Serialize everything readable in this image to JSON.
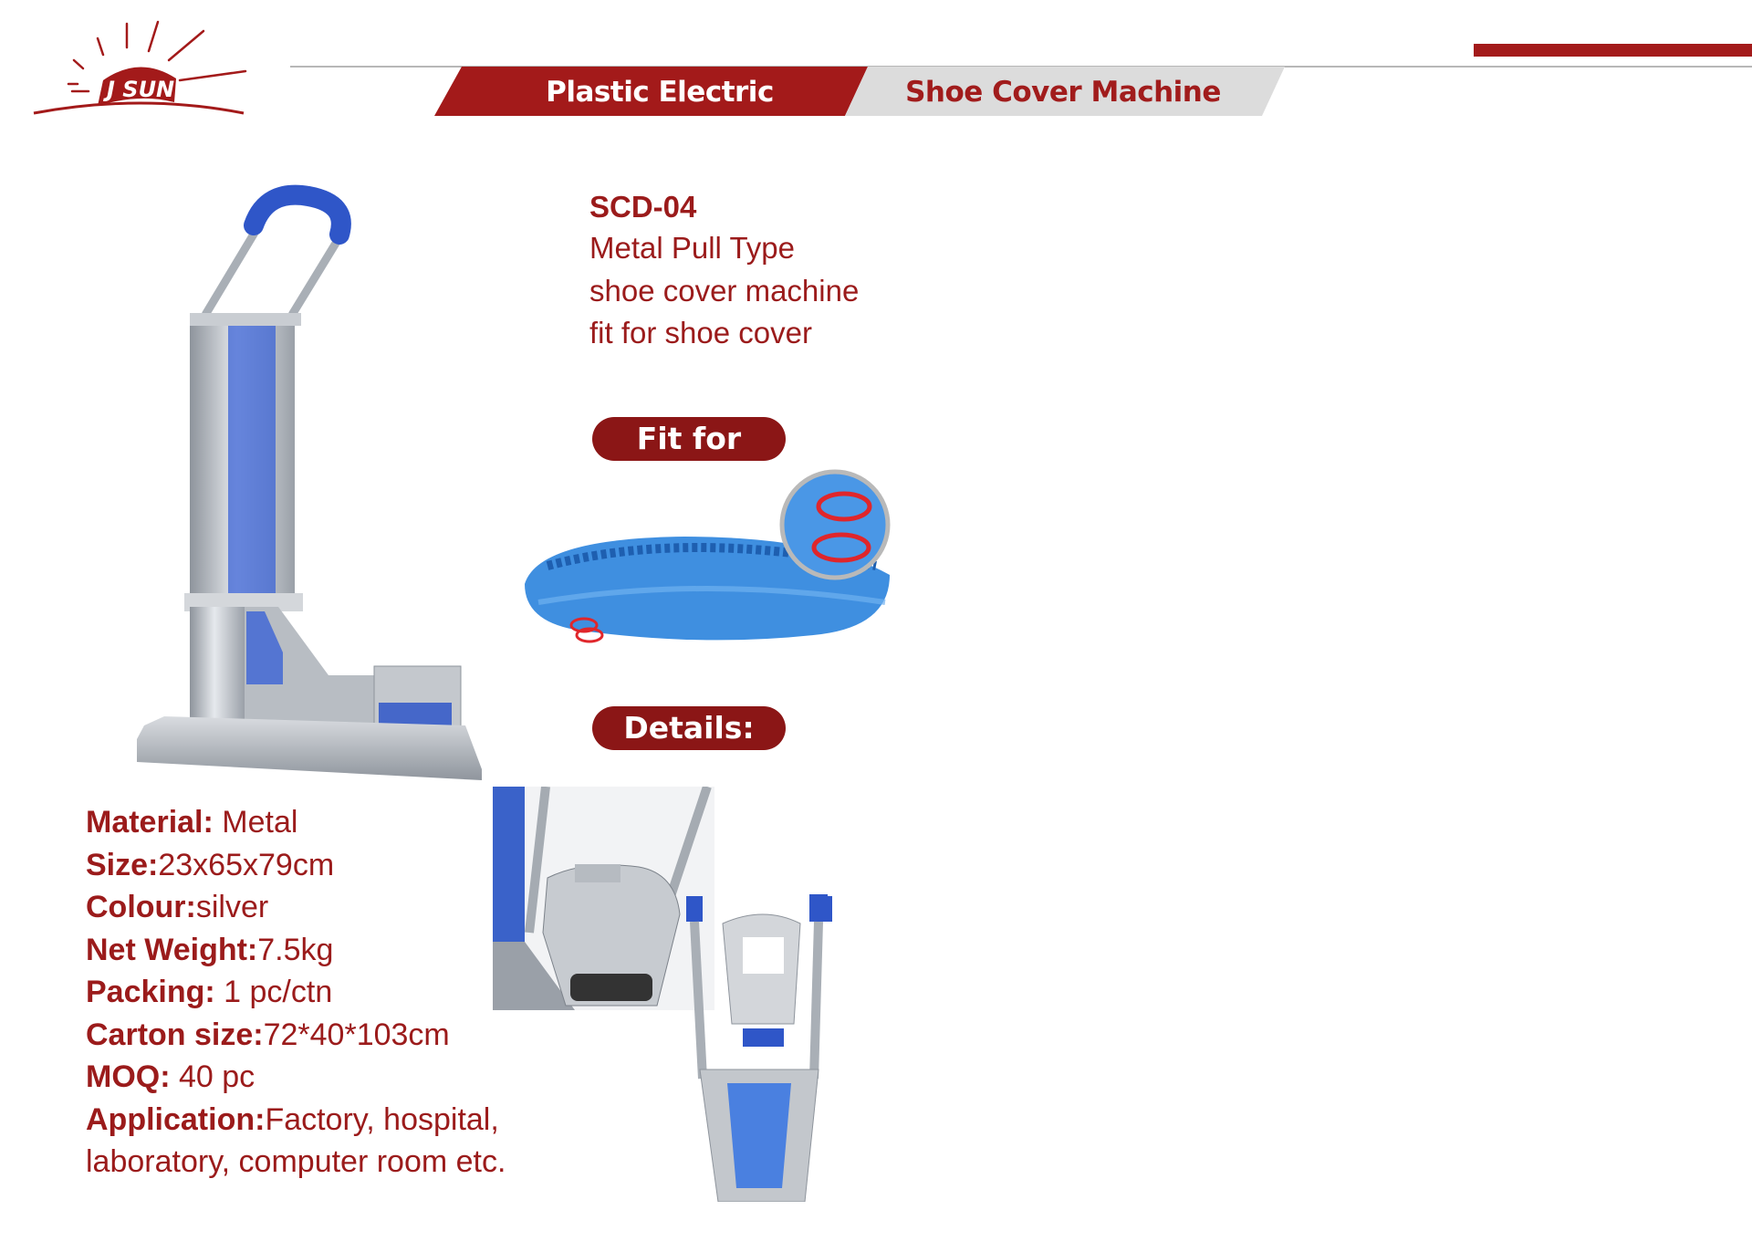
{
  "brand": {
    "logo_text": "J SUN"
  },
  "banner": {
    "left_label": "Plastic Electric",
    "right_label": "Shoe Cover Machine"
  },
  "colors": {
    "accent_red": "#a31a1a",
    "banner_gray": "#dcdcdc",
    "machine_blue": "#2f56c8",
    "cover_blue": "#3f8fe0",
    "silver": "#c5c9cf"
  },
  "product": {
    "model": "SCD-04",
    "description": [
      "Metal Pull Type",
      "shoe cover machine",
      "fit for shoe cover"
    ]
  },
  "sections": {
    "fit_for": "Fit for",
    "details": "Details:"
  },
  "specs": [
    {
      "key": "Material:",
      "value": " Metal"
    },
    {
      "key": "Size:",
      "value": "23x65x79cm"
    },
    {
      "key": "Colour:",
      "value": "silver"
    },
    {
      "key": "Net Weight:",
      "value": "7.5kg"
    },
    {
      "key": "Packing:",
      "value": " 1 pc/ctn"
    },
    {
      "key": "Carton size:",
      "value": "72*40*103cm"
    },
    {
      "key": "MOQ:",
      "value": " 40 pc"
    },
    {
      "key": "Application:",
      "value": "Factory, hospital,"
    },
    {
      "key": "",
      "value": "laboratory, computer room etc."
    }
  ]
}
